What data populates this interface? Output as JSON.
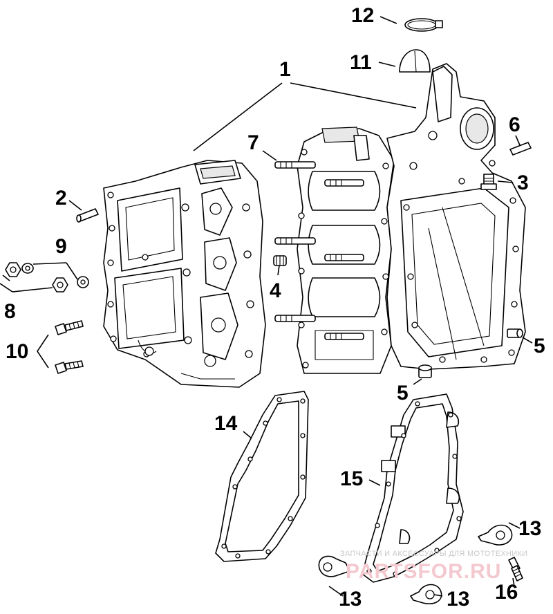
{
  "callouts": [
    {
      "id": "1",
      "label": "1"
    },
    {
      "id": "2",
      "label": "2"
    },
    {
      "id": "3",
      "label": "3"
    },
    {
      "id": "4",
      "label": "4"
    },
    {
      "id": "5a",
      "label": "5"
    },
    {
      "id": "5b",
      "label": "5"
    },
    {
      "id": "6",
      "label": "6"
    },
    {
      "id": "7",
      "label": "7"
    },
    {
      "id": "8",
      "label": "8"
    },
    {
      "id": "9",
      "label": "9"
    },
    {
      "id": "10",
      "label": "10"
    },
    {
      "id": "11",
      "label": "11"
    },
    {
      "id": "12",
      "label": "12"
    },
    {
      "id": "13a",
      "label": "13"
    },
    {
      "id": "13b",
      "label": "13"
    },
    {
      "id": "13c",
      "label": "13"
    },
    {
      "id": "14",
      "label": "14"
    },
    {
      "id": "15",
      "label": "15"
    },
    {
      "id": "16",
      "label": "16"
    }
  ],
  "watermark": {
    "tagline": "ЗАПЧАСТИ И АКСЕССУАРЫ ДЛЯ МОТОТЕХНИКИ",
    "brand": "PARTSFOR.RU"
  }
}
